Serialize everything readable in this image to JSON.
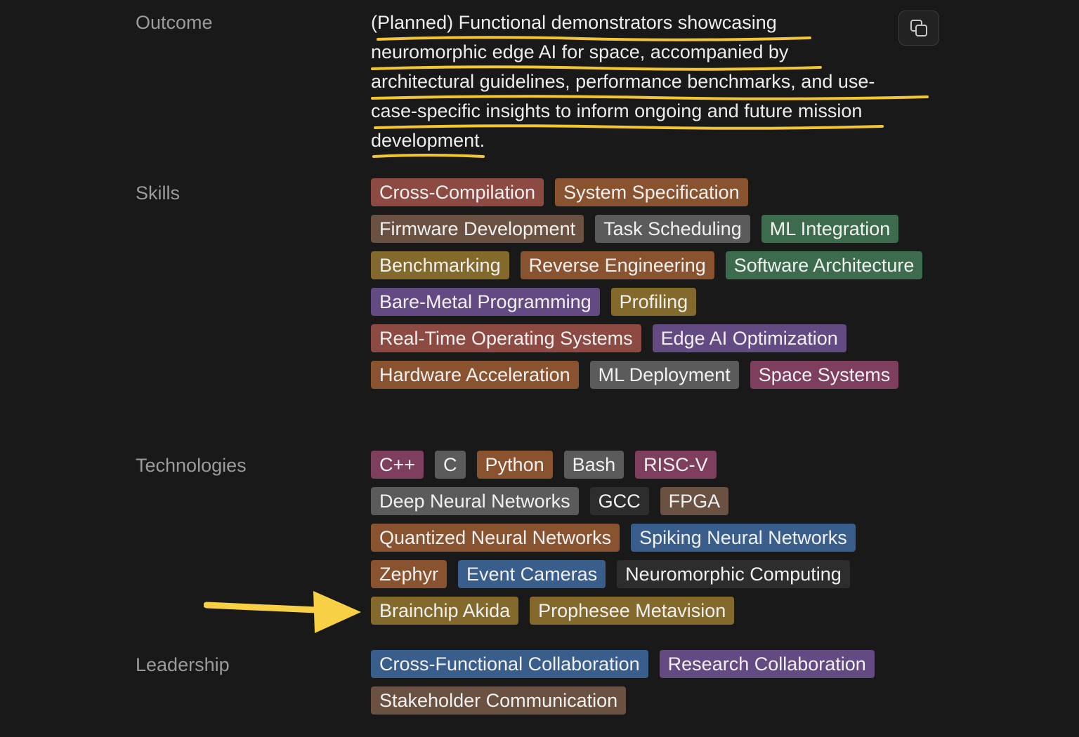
{
  "outcome": {
    "label": "Outcome",
    "text_lines": [
      "(Planned) Functional demonstrators showcasing",
      "neuromorphic edge AI for space, accompanied by",
      "architectural guidelines, performance benchmarks, and use-",
      "case-specific insights to inform ongoing and future mission",
      "development."
    ],
    "copy_icon": "copy-icon"
  },
  "skills": {
    "label": "Skills",
    "tags": [
      {
        "text": "Cross-Compilation",
        "color": "red"
      },
      {
        "text": "System Specification",
        "color": "orange"
      },
      {
        "text": "Firmware Development",
        "color": "brown"
      },
      {
        "text": "Task Scheduling",
        "color": "gray"
      },
      {
        "text": "ML Integration",
        "color": "green"
      },
      {
        "text": "Benchmarking",
        "color": "yellow"
      },
      {
        "text": "Reverse Engineering",
        "color": "orange"
      },
      {
        "text": "Software Architecture",
        "color": "green"
      },
      {
        "text": "Bare-Metal Programming",
        "color": "purple"
      },
      {
        "text": "Profiling",
        "color": "yellow"
      },
      {
        "text": "Real-Time Operating Systems",
        "color": "red"
      },
      {
        "text": "Edge AI Optimization",
        "color": "purple"
      },
      {
        "text": "Hardware Acceleration",
        "color": "orange"
      },
      {
        "text": "ML Deployment",
        "color": "gray"
      },
      {
        "text": "Space Systems",
        "color": "pink"
      }
    ]
  },
  "technologies": {
    "label": "Technologies",
    "tags": [
      {
        "text": "C++",
        "color": "pink"
      },
      {
        "text": "C",
        "color": "gray"
      },
      {
        "text": "Python",
        "color": "orange"
      },
      {
        "text": "Bash",
        "color": "gray"
      },
      {
        "text": "RISC-V",
        "color": "pink"
      },
      {
        "text": "Deep Neural Networks",
        "color": "gray"
      },
      {
        "text": "GCC",
        "color": "default"
      },
      {
        "text": "FPGA",
        "color": "brown"
      },
      {
        "text": "Quantized Neural Networks",
        "color": "orange"
      },
      {
        "text": "Spiking Neural Networks",
        "color": "blue"
      },
      {
        "text": "Zephyr",
        "color": "orange"
      },
      {
        "text": "Event Cameras",
        "color": "blue"
      },
      {
        "text": "Neuromorphic Computing",
        "color": "default"
      },
      {
        "text": "Brainchip Akida",
        "color": "yellow"
      },
      {
        "text": "Prophesee Metavision",
        "color": "yellow"
      }
    ]
  },
  "leadership": {
    "label": "Leadership",
    "tags": [
      {
        "text": "Cross-Functional Collaboration",
        "color": "blue"
      },
      {
        "text": "Research Collaboration",
        "color": "purple"
      },
      {
        "text": "Stakeholder Communication",
        "color": "brown"
      }
    ]
  },
  "annotations": {
    "arrow_icon": "yellow-arrow-icon",
    "arrow_color": "#f7d046",
    "underline_color": "#f2c531"
  }
}
